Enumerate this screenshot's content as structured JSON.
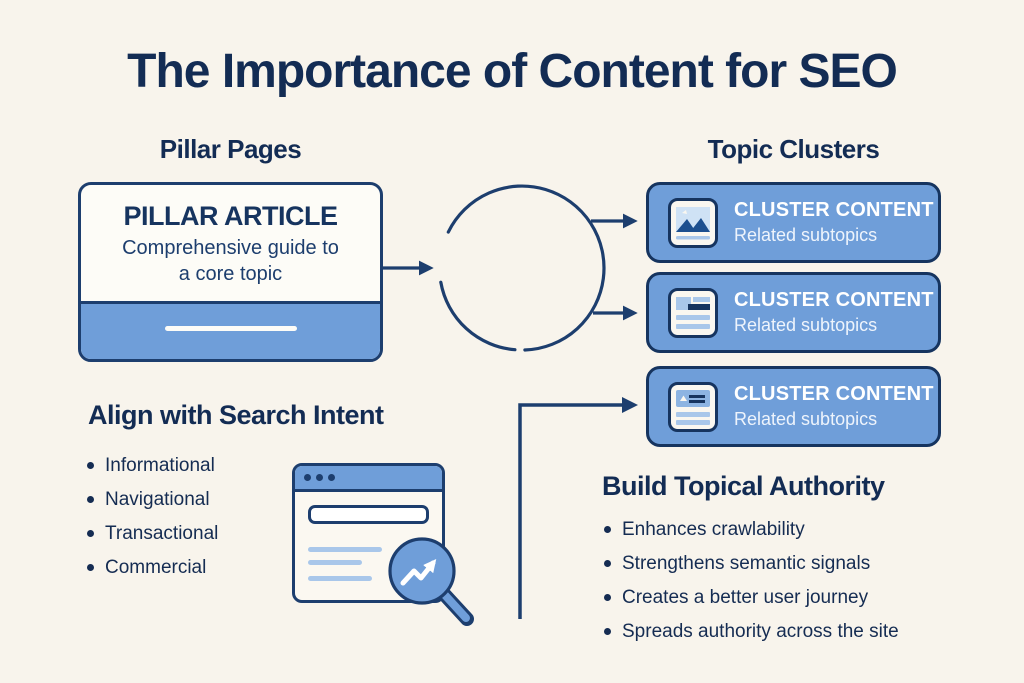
{
  "title": "The Importance of Content for SEO",
  "colors": {
    "background": "#f8f4ec",
    "navy_text": "#132c54",
    "navy_stroke": "#1d3e6e",
    "blue_fill": "#6f9ed9",
    "light_blue": "#a9c7ea",
    "card_white": "#fdfcf7"
  },
  "pillar_section": {
    "heading": "Pillar Pages",
    "card": {
      "title": "PILLAR ARTICLE",
      "subtitle": "Comprehensive guide to a core topic"
    }
  },
  "clusters_section": {
    "heading": "Topic Clusters",
    "cards": [
      {
        "icon": "image-icon",
        "title": "CLUSTER CONTENT",
        "subtitle": "Related subtopics"
      },
      {
        "icon": "article-icon",
        "title": "CLUSTER CONTENT",
        "subtitle": "Related subtopics"
      },
      {
        "icon": "list-icon",
        "title": "CLUSTER CONTENT",
        "subtitle": "Related subtopics"
      }
    ]
  },
  "search_intent_section": {
    "heading": "Align with Search Intent",
    "items": [
      "Informational",
      "Navigational",
      "Transactional",
      "Commercial"
    ]
  },
  "authority_section": {
    "heading": "Build Topical Authority",
    "items": [
      "Enhances crawlability",
      "Strengthens semantic signals",
      "Creates a better user journey",
      "Spreads authority across the site"
    ]
  }
}
